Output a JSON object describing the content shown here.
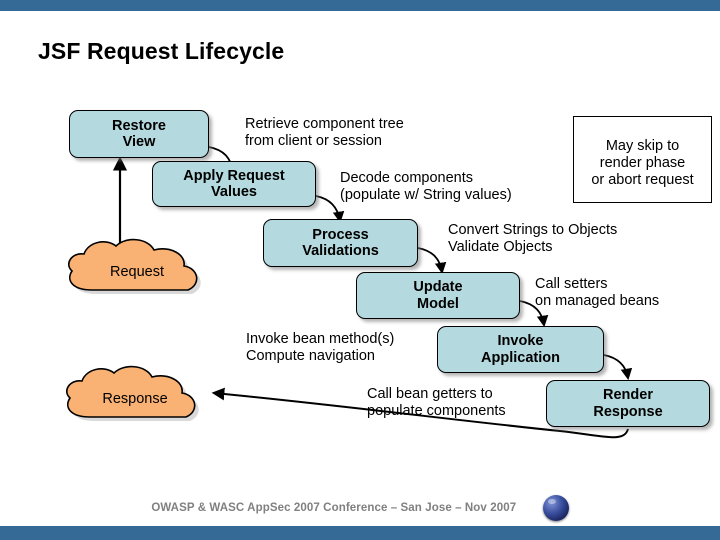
{
  "slide": {
    "title": "JSF Request Lifecycle",
    "accent_color": "#366a96",
    "box_fill_color": "#b4d9de",
    "cloud_fill_color": "#f9b273"
  },
  "phases": [
    {
      "id": "restore-view",
      "line1": "Restore",
      "line2": "View"
    },
    {
      "id": "apply-request-values",
      "line1": "Apply Request",
      "line2": "Values"
    },
    {
      "id": "process-validations",
      "line1": "Process",
      "line2": "Validations"
    },
    {
      "id": "update-model",
      "line1": "Update",
      "line2": "Model"
    },
    {
      "id": "invoke-application",
      "line1": "Invoke",
      "line2": "Application"
    },
    {
      "id": "render-response",
      "line1": "Render",
      "line2": "Response"
    }
  ],
  "notes": [
    {
      "id": "note-restore-view",
      "line1": "Retrieve component tree",
      "line2": "from client or session"
    },
    {
      "id": "note-apply-request",
      "line1": "Decode components",
      "line2": "(populate w/ String values)"
    },
    {
      "id": "note-process-validations",
      "line1": "Convert Strings to Objects",
      "line2": "Validate Objects"
    },
    {
      "id": "note-update-model",
      "line1": "Call setters",
      "line2": "on managed beans"
    },
    {
      "id": "note-invoke-application",
      "line1": "Invoke bean method(s)",
      "line2": "Compute navigation"
    },
    {
      "id": "note-render-response",
      "line1": "Call bean getters to",
      "line2": "populate components"
    }
  ],
  "clouds": [
    {
      "id": "request-cloud",
      "label": "Request"
    },
    {
      "id": "response-cloud",
      "label": "Response"
    }
  ],
  "legend": {
    "arrow_style": "dashed-arrow",
    "line1": "May skip to",
    "line2": "render phase",
    "line3": "or abort request"
  },
  "footer": {
    "text": "OWASP & WASC AppSec 2007 Conference – San Jose – Nov 2007",
    "logo": "owasp-globe-logo"
  }
}
